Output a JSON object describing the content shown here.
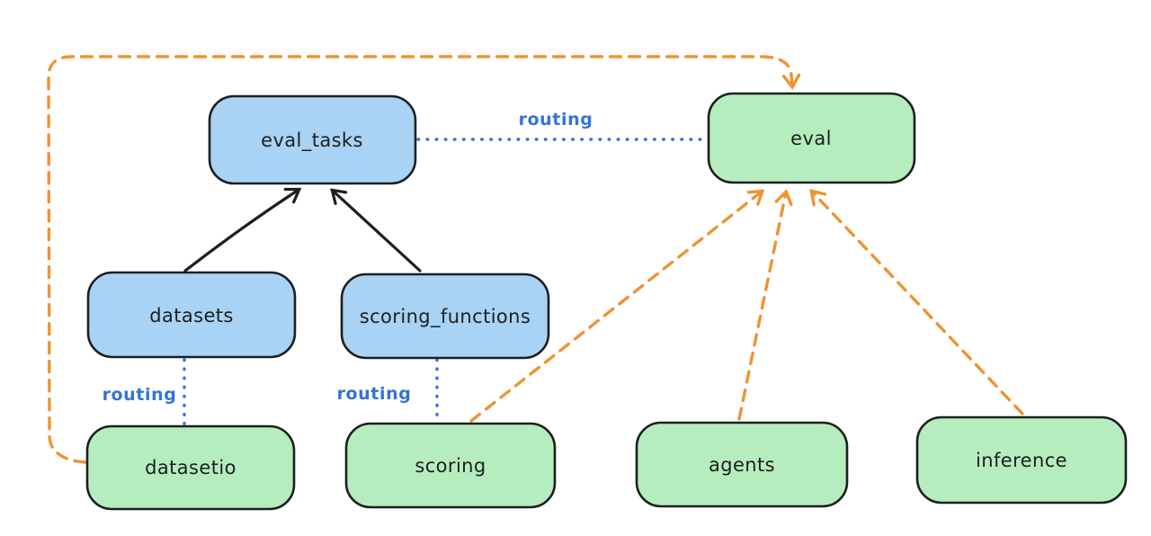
{
  "diagram": {
    "background": "#ffffff",
    "colors": {
      "box_blue_fill": "#a8d3f4",
      "box_green_fill": "#b6edbe",
      "box_border": "#1e1e1e",
      "black_edge": "#1e1e1e",
      "orange_edge": "#ee9432",
      "routing_blue": "#3374d4"
    },
    "nodes": {
      "eval_tasks": {
        "label": "eval_tasks",
        "color": "blue"
      },
      "eval": {
        "label": "eval",
        "color": "green"
      },
      "datasets": {
        "label": "datasets",
        "color": "blue"
      },
      "scoring_functions": {
        "label": "scoring_functions",
        "color": "blue"
      },
      "datasetio": {
        "label": "datasetio",
        "color": "green"
      },
      "scoring": {
        "label": "scoring",
        "color": "green"
      },
      "agents": {
        "label": "agents",
        "color": "green"
      },
      "inference": {
        "label": "inference",
        "color": "green"
      }
    },
    "edge_label": {
      "routing": "routing"
    },
    "edges": [
      {
        "from": "datasets",
        "to": "eval_tasks",
        "style": "solid-arrow",
        "color": "black"
      },
      {
        "from": "scoring_functions",
        "to": "eval_tasks",
        "style": "solid-arrow",
        "color": "black"
      },
      {
        "from": "eval_tasks",
        "to": "eval",
        "style": "dotted",
        "color": "blue",
        "label": "routing"
      },
      {
        "from": "datasets",
        "to": "datasetio",
        "style": "dotted",
        "color": "blue",
        "label": "routing"
      },
      {
        "from": "scoring_functions",
        "to": "scoring",
        "style": "dotted",
        "color": "blue",
        "label": "routing"
      },
      {
        "from": "datasetio",
        "to": "eval",
        "style": "dashed-arrow",
        "color": "orange"
      },
      {
        "from": "scoring",
        "to": "eval",
        "style": "dashed-arrow",
        "color": "orange"
      },
      {
        "from": "agents",
        "to": "eval",
        "style": "dashed-arrow",
        "color": "orange"
      },
      {
        "from": "inference",
        "to": "eval",
        "style": "dashed-arrow",
        "color": "orange"
      }
    ]
  }
}
